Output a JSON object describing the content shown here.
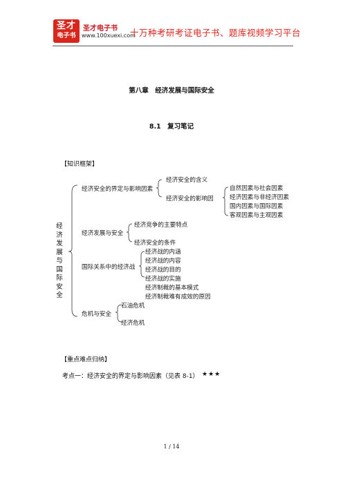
{
  "header": {
    "logo_line1": "圣才",
    "logo_line2": "电子书",
    "brand_name": "圣才电子书",
    "url": "www.100xuexi.com",
    "slogan": "十万种考研考证电子书、题库视频学习平台"
  },
  "chapter_title": "第八章　经济发展与国际安全",
  "section_title": "8.1　复习笔记",
  "knowledge_label": "【知识框架】",
  "mindmap": {
    "root": "经济发展与国际安全",
    "branches": [
      {
        "label": "经济安全的界定与影响因素",
        "children": [
          {
            "label": "经济安全的含义"
          },
          {
            "label": "经济安全的影响因",
            "children": [
              "自然因素与社会因素",
              "经济因素与非经济因素",
              "国内因素与国际因素",
              "客观因素与主观因素"
            ]
          }
        ]
      },
      {
        "label": "经济发展与安全",
        "children": [
          "经济竞争的主要特点",
          "经济安全的条件"
        ]
      },
      {
        "label": "国际关系中的经济战",
        "children": [
          "经济战的内涵",
          "经济战的内容",
          "经济战的目的",
          "经济战的实施",
          "经济制裁的基本模式",
          "经济制裁难有成效的原因"
        ]
      },
      {
        "label": "危机与安全",
        "children": [
          "石油危机",
          "经济危机"
        ]
      }
    ]
  },
  "key_points_label": "【重点难点归纳】",
  "kaodian": "考点一：经济安全的界定与影响因素（见表 8-1）",
  "stars": "★★★",
  "page_number": "1 / 14",
  "colors": {
    "brand_red": "#d9261c"
  }
}
